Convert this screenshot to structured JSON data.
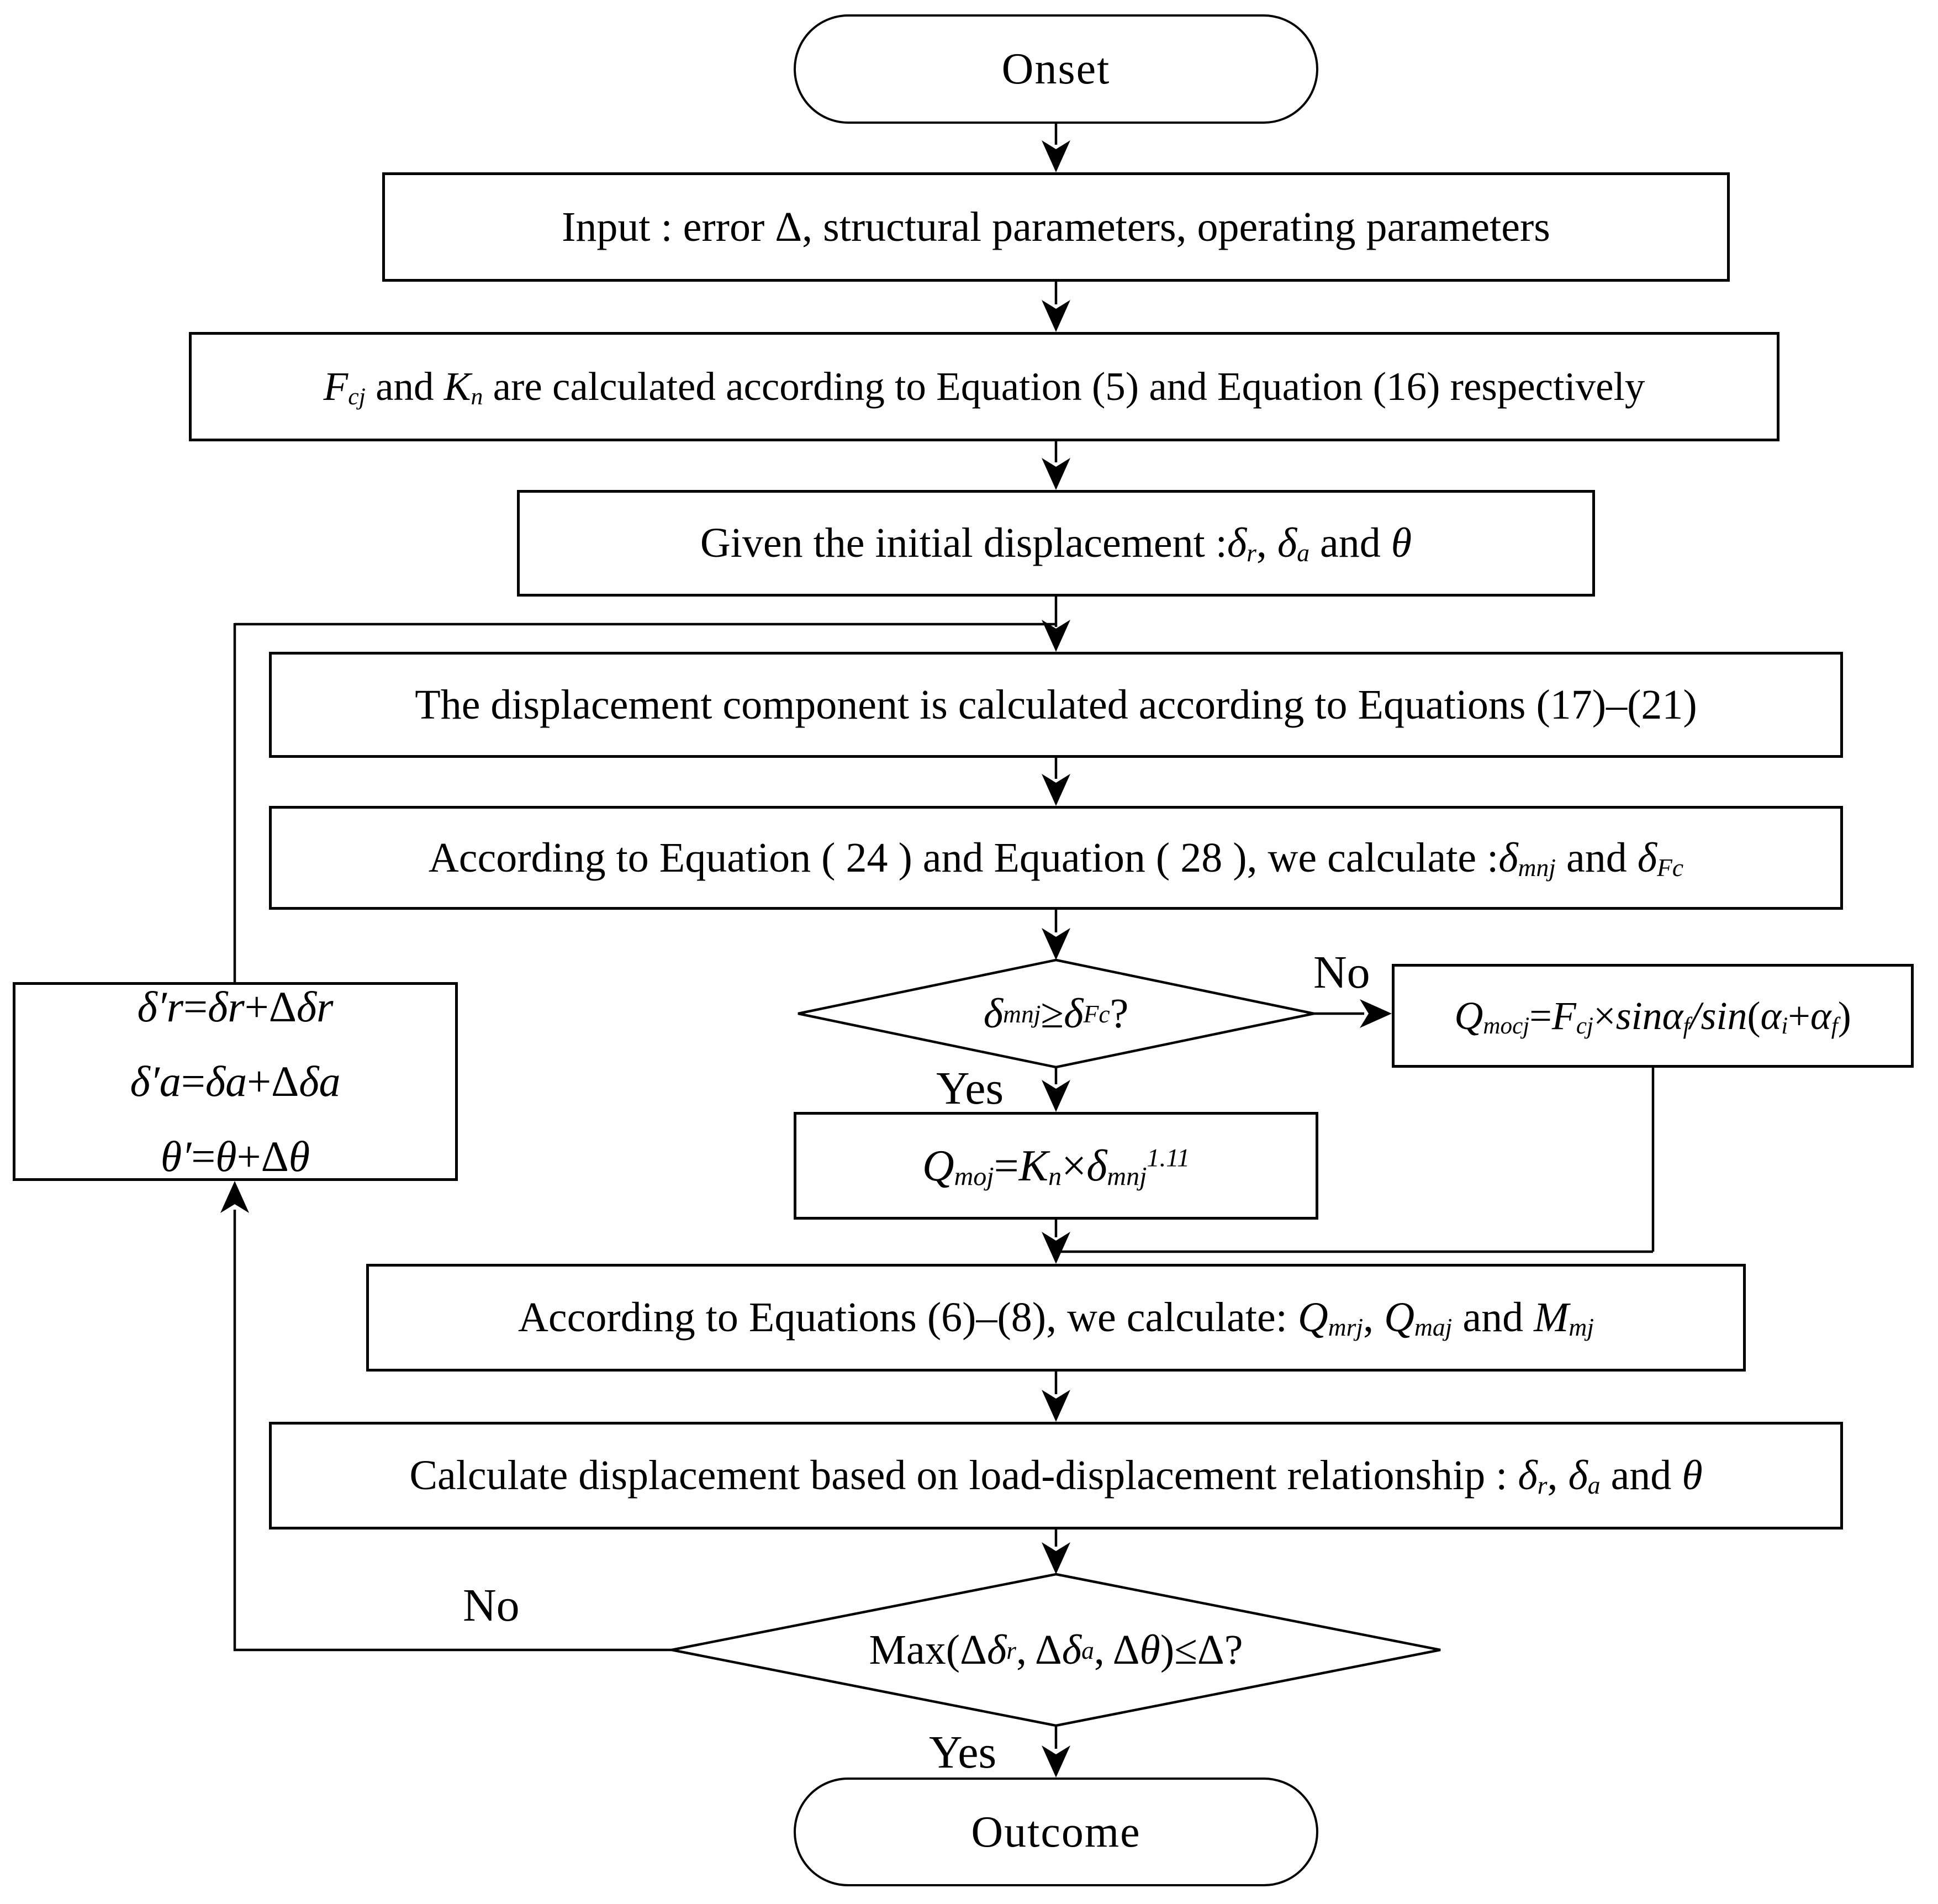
{
  "colors": {
    "stroke": "#000000",
    "background": "#ffffff",
    "text": "#000000"
  },
  "nodes": {
    "onset": {
      "type": "terminator",
      "label": "Onset"
    },
    "outcome": {
      "type": "terminator",
      "label": "Outcome"
    },
    "input": {
      "type": "process",
      "segments": [
        {
          "t": "Input : error Δ, structural parameters, operating parameters",
          "s": "p"
        }
      ]
    },
    "fk_calc": {
      "type": "process",
      "segments": [
        {
          "t": "F",
          "s": "i"
        },
        {
          "t": "cj",
          "s": "isub"
        },
        {
          "t": " and ",
          "s": "p"
        },
        {
          "t": "K",
          "s": "i"
        },
        {
          "t": "n",
          "s": "isub"
        },
        {
          "t": " are calculated according to Equation (5) and Equation (16) respectively",
          "s": "p"
        }
      ]
    },
    "initial_disp": {
      "type": "process",
      "segments": [
        {
          "t": "Given the initial displacement :",
          "s": "p"
        },
        {
          "t": "δ",
          "s": "i"
        },
        {
          "t": "r",
          "s": "isub"
        },
        {
          "t": ", ",
          "s": "p"
        },
        {
          "t": "δ",
          "s": "i"
        },
        {
          "t": "a",
          "s": "isub"
        },
        {
          "t": " and ",
          "s": "p"
        },
        {
          "t": "θ",
          "s": "i"
        }
      ]
    },
    "disp_component": {
      "type": "process",
      "segments": [
        {
          "t": "The displacement component is calculated according to Equations (17)–(21)",
          "s": "p"
        }
      ]
    },
    "eq_24_28": {
      "type": "process",
      "segments": [
        {
          "t": "According to  Equation ( 24 ) and  Equation ( 28 ), we calculate :",
          "s": "p"
        },
        {
          "t": "δ",
          "s": "i"
        },
        {
          "t": "mnj",
          "s": "isub"
        },
        {
          "t": " and ",
          "s": "p"
        },
        {
          "t": "δ",
          "s": "i"
        },
        {
          "t": "Fc",
          "s": "isub"
        }
      ]
    },
    "decision_contact": {
      "type": "decision",
      "segments": [
        {
          "t": "δ",
          "s": "i"
        },
        {
          "t": "mnj",
          "s": "isub"
        },
        {
          "t": "≥",
          "s": "p"
        },
        {
          "t": "δ",
          "s": "i"
        },
        {
          "t": "Fc",
          "s": "isub"
        },
        {
          "t": " ?",
          "s": "p"
        }
      ]
    },
    "q_mocj": {
      "type": "process",
      "segments": [
        {
          "t": "Q",
          "s": "i"
        },
        {
          "t": "mocj",
          "s": "isub"
        },
        {
          "t": "=",
          "s": "p"
        },
        {
          "t": "F",
          "s": "i"
        },
        {
          "t": "cj",
          "s": "isub"
        },
        {
          "t": "×",
          "s": "p"
        },
        {
          "t": "sinα",
          "s": "i"
        },
        {
          "t": "f",
          "s": "isub"
        },
        {
          "t": "/",
          "s": "i"
        },
        {
          "t": "sin",
          "s": "i"
        },
        {
          "t": "(",
          "s": "p"
        },
        {
          "t": "α",
          "s": "i"
        },
        {
          "t": "i",
          "s": "isub"
        },
        {
          "t": "+",
          "s": "p"
        },
        {
          "t": "α",
          "s": "i"
        },
        {
          "t": "f",
          "s": "isub"
        },
        {
          "t": ")",
          "s": "p"
        }
      ]
    },
    "q_moj": {
      "type": "process",
      "segments": [
        {
          "t": "Q",
          "s": "i"
        },
        {
          "t": "moj",
          "s": "isub"
        },
        {
          "t": "=",
          "s": "p"
        },
        {
          "t": "K",
          "s": "i"
        },
        {
          "t": "n",
          "s": "isub"
        },
        {
          "t": "×",
          "s": "p"
        },
        {
          "t": "δ",
          "s": "i"
        },
        {
          "t": "mnj",
          "s": "isub"
        },
        {
          "t": "1.11",
          "s": "isup"
        }
      ]
    },
    "eq_6_8": {
      "type": "process",
      "segments": [
        {
          "t": "According to Equations (6)–(8), we calculate: ",
          "s": "p"
        },
        {
          "t": "Q",
          "s": "i"
        },
        {
          "t": "mrj",
          "s": "isub"
        },
        {
          "t": ", ",
          "s": "p"
        },
        {
          "t": "Q",
          "s": "i"
        },
        {
          "t": "maj",
          "s": "isub"
        },
        {
          "t": " and ",
          "s": "p"
        },
        {
          "t": "M",
          "s": "i"
        },
        {
          "t": "mj",
          "s": "isub"
        }
      ]
    },
    "calc_disp": {
      "type": "process",
      "segments": [
        {
          "t": "Calculate displacement based on load-displacement relationship :  ",
          "s": "p"
        },
        {
          "t": "δ",
          "s": "i"
        },
        {
          "t": "r",
          "s": "isub"
        },
        {
          "t": ", ",
          "s": "p"
        },
        {
          "t": "δ",
          "s": "i"
        },
        {
          "t": "a",
          "s": "isub"
        },
        {
          "t": " and ",
          "s": "p"
        },
        {
          "t": "θ",
          "s": "i"
        }
      ]
    },
    "decision_converge": {
      "type": "decision",
      "segments": [
        {
          "t": "Max(Δ",
          "s": "p"
        },
        {
          "t": "δ",
          "s": "i"
        },
        {
          "t": "r",
          "s": "isub"
        },
        {
          "t": ", Δ",
          "s": "p"
        },
        {
          "t": "δ",
          "s": "i"
        },
        {
          "t": "a",
          "s": "isub"
        },
        {
          "t": ", Δ",
          "s": "p"
        },
        {
          "t": "θ",
          "s": "i"
        },
        {
          "t": ")≤Δ?",
          "s": "p"
        }
      ]
    },
    "update_disp": {
      "type": "process",
      "lines": [
        [
          {
            "t": "δ′r",
            "s": "i"
          },
          {
            "t": "=",
            "s": "p"
          },
          {
            "t": "δr",
            "s": "i"
          },
          {
            "t": "+Δ",
            "s": "p"
          },
          {
            "t": "δr",
            "s": "i"
          }
        ],
        [
          {
            "t": "δ′a",
            "s": "i"
          },
          {
            "t": "=",
            "s": "p"
          },
          {
            "t": "δa",
            "s": "i"
          },
          {
            "t": "+Δ",
            "s": "p"
          },
          {
            "t": "δa",
            "s": "i"
          }
        ],
        [
          {
            "t": "θ′",
            "s": "i"
          },
          {
            "t": "=",
            "s": "p"
          },
          {
            "t": "θ",
            "s": "i"
          },
          {
            "t": "+Δ",
            "s": "p"
          },
          {
            "t": "θ",
            "s": "i"
          }
        ]
      ]
    }
  },
  "edge_labels": {
    "no_contact": "No",
    "yes_contact": "Yes",
    "no_converge": "No",
    "yes_converge": "Yes"
  }
}
